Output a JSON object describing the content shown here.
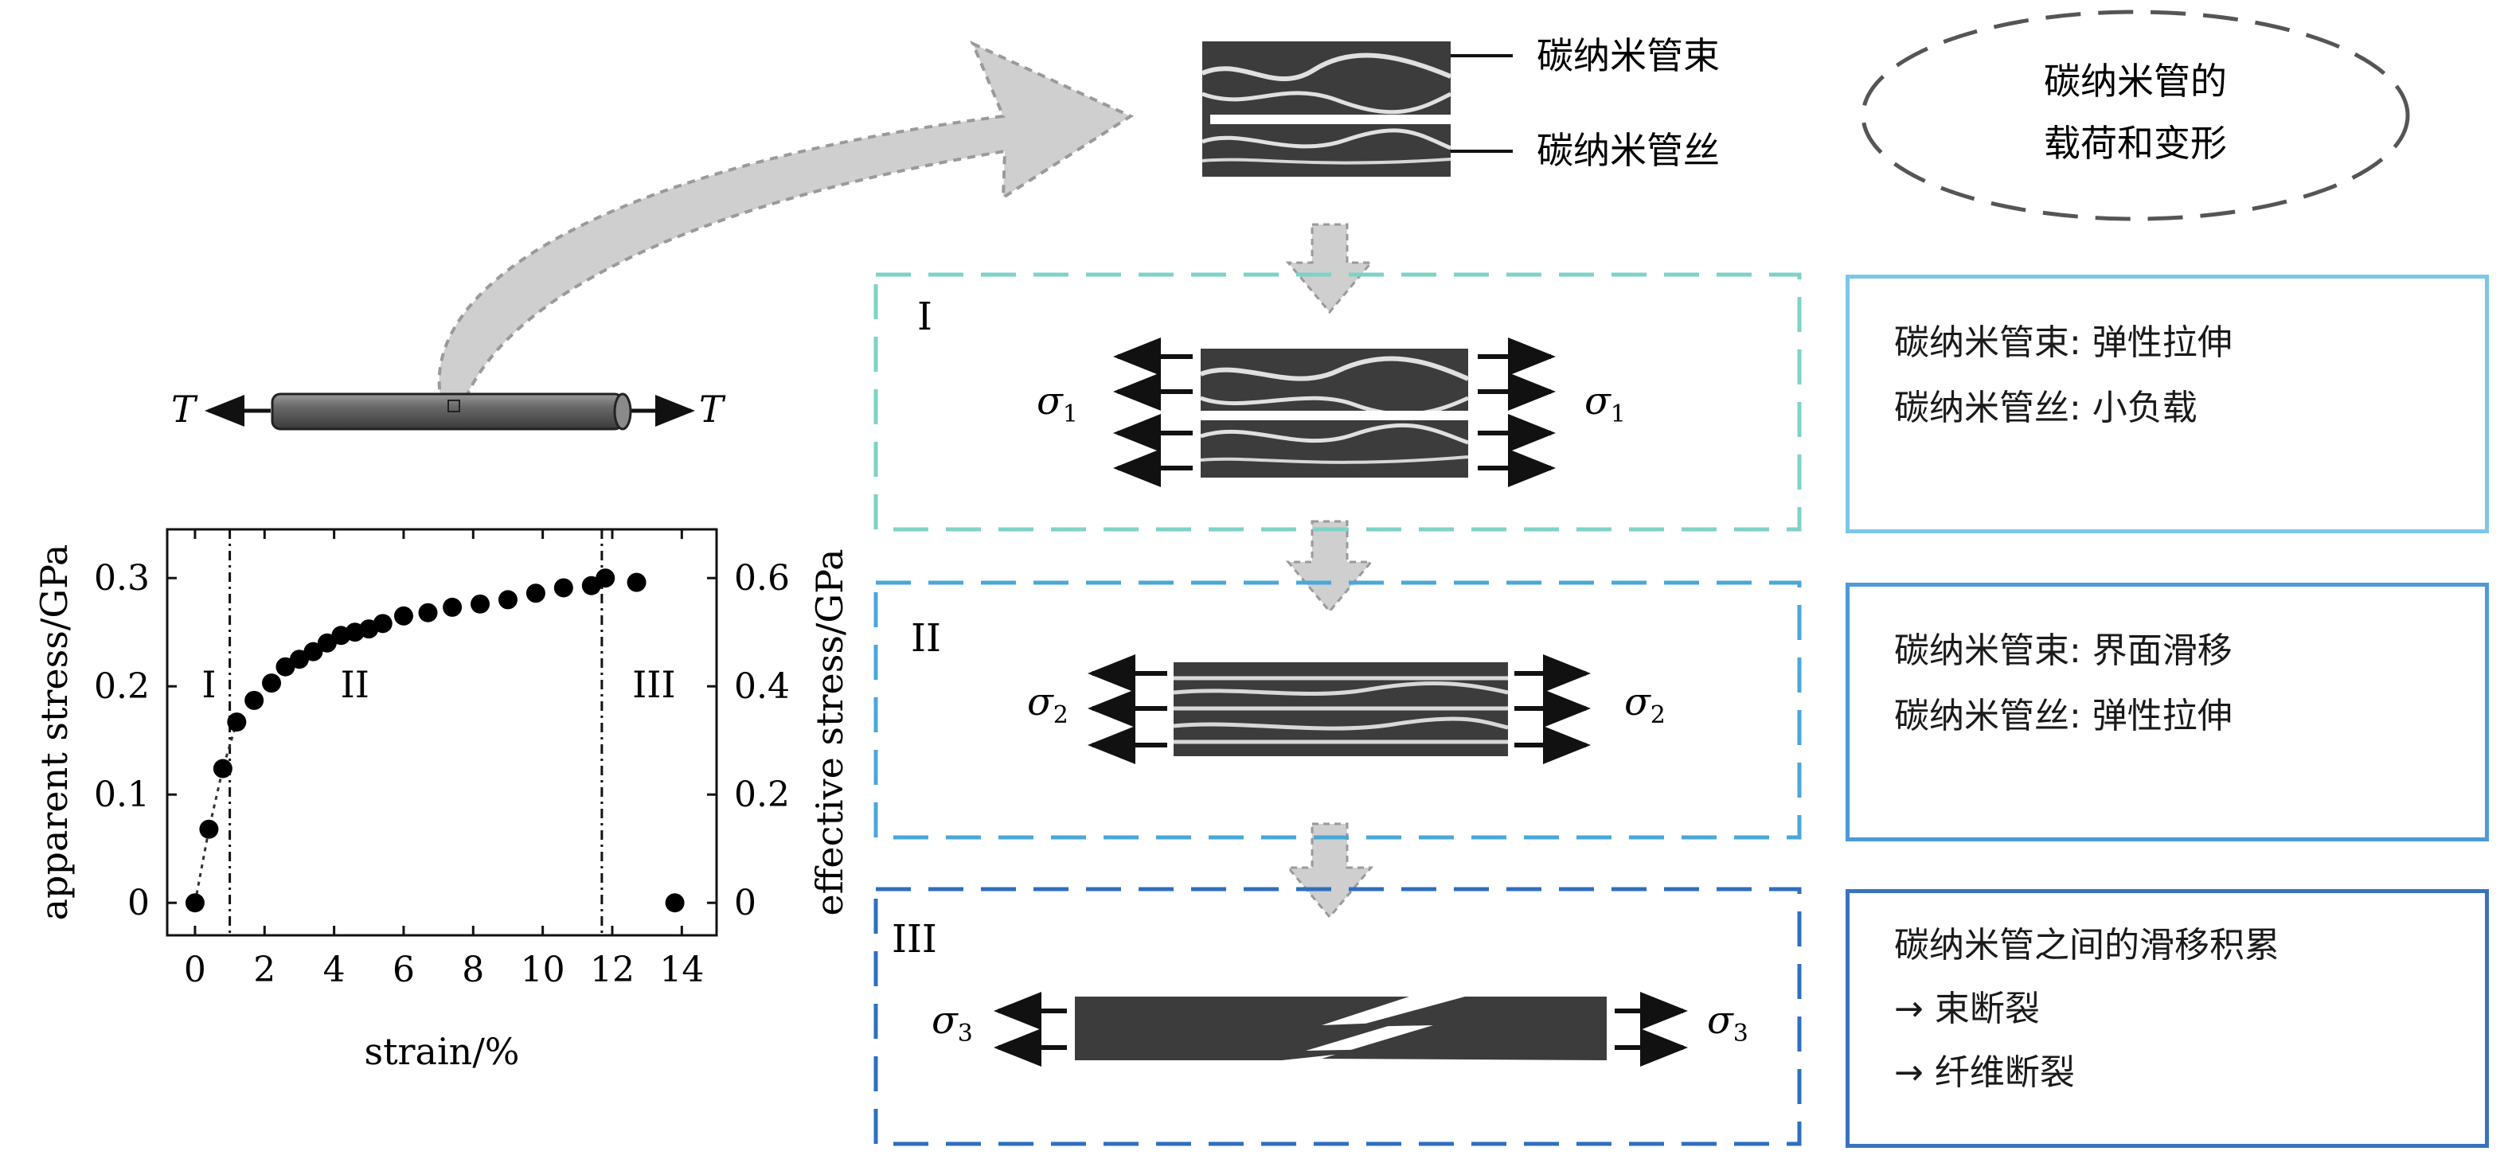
{
  "labels": {
    "bundle": "碳纳米管束",
    "filament": "碳纳米管丝",
    "ellipse_line1": "碳纳米管的",
    "ellipse_line2": "载荷和变形",
    "tension": "T"
  },
  "stages": [
    {
      "roman": "I",
      "sigma": "σ",
      "sub": "1",
      "lines": [
        "碳纳米管束: 弹性拉伸",
        "碳纳米管丝: 小负载"
      ]
    },
    {
      "roman": "II",
      "sigma": "σ",
      "sub": "2",
      "lines": [
        "碳纳米管束: 界面滑移",
        "碳纳米管丝: 弹性拉伸"
      ]
    },
    {
      "roman": "III",
      "sigma": "σ",
      "sub": "3",
      "lines": [
        "碳纳米管之间的滑移积累",
        "→ 束断裂",
        "→ 纤维断裂"
      ]
    }
  ],
  "colors": {
    "stage1": "#7ed3c6",
    "stage2": "#4aa7d9",
    "stage3": "#2e6fc0",
    "box1": "#7cc7e8",
    "box2": "#4d9ad6",
    "box3": "#3a73bd",
    "ink": "#3a3a3a"
  },
  "chart_data": {
    "type": "scatter",
    "xlabel": "strain/%",
    "ylabel": "apparent stress/GPa",
    "y2label": "effective stress/GPa",
    "xlim": [
      -0.8,
      15
    ],
    "ylim": [
      -0.03,
      0.345
    ],
    "x_ticks": [
      "0",
      "2",
      "4",
      "6",
      "8",
      "10",
      "12",
      "14"
    ],
    "y_ticks": [
      "0",
      "0.1",
      "0.2",
      "0.3"
    ],
    "y2_ticks": [
      "0",
      "0.2",
      "0.4",
      "0.6"
    ],
    "regions": [
      "I",
      "II",
      "III"
    ],
    "boundaries": [
      1.0,
      11.7
    ],
    "x": [
      0,
      0.4,
      0.8,
      1.2,
      1.7,
      2.2,
      2.6,
      3.0,
      3.4,
      3.8,
      4.2,
      4.6,
      5.0,
      5.4,
      6.0,
      6.7,
      7.4,
      8.2,
      9.0,
      9.8,
      10.6,
      11.4,
      11.8,
      12.7,
      13.8
    ],
    "values": [
      0.0,
      0.068,
      0.124,
      0.167,
      0.187,
      0.203,
      0.218,
      0.225,
      0.232,
      0.24,
      0.247,
      0.25,
      0.253,
      0.258,
      0.265,
      0.268,
      0.273,
      0.276,
      0.28,
      0.286,
      0.291,
      0.293,
      0.3,
      0.296,
      0.0
    ]
  }
}
